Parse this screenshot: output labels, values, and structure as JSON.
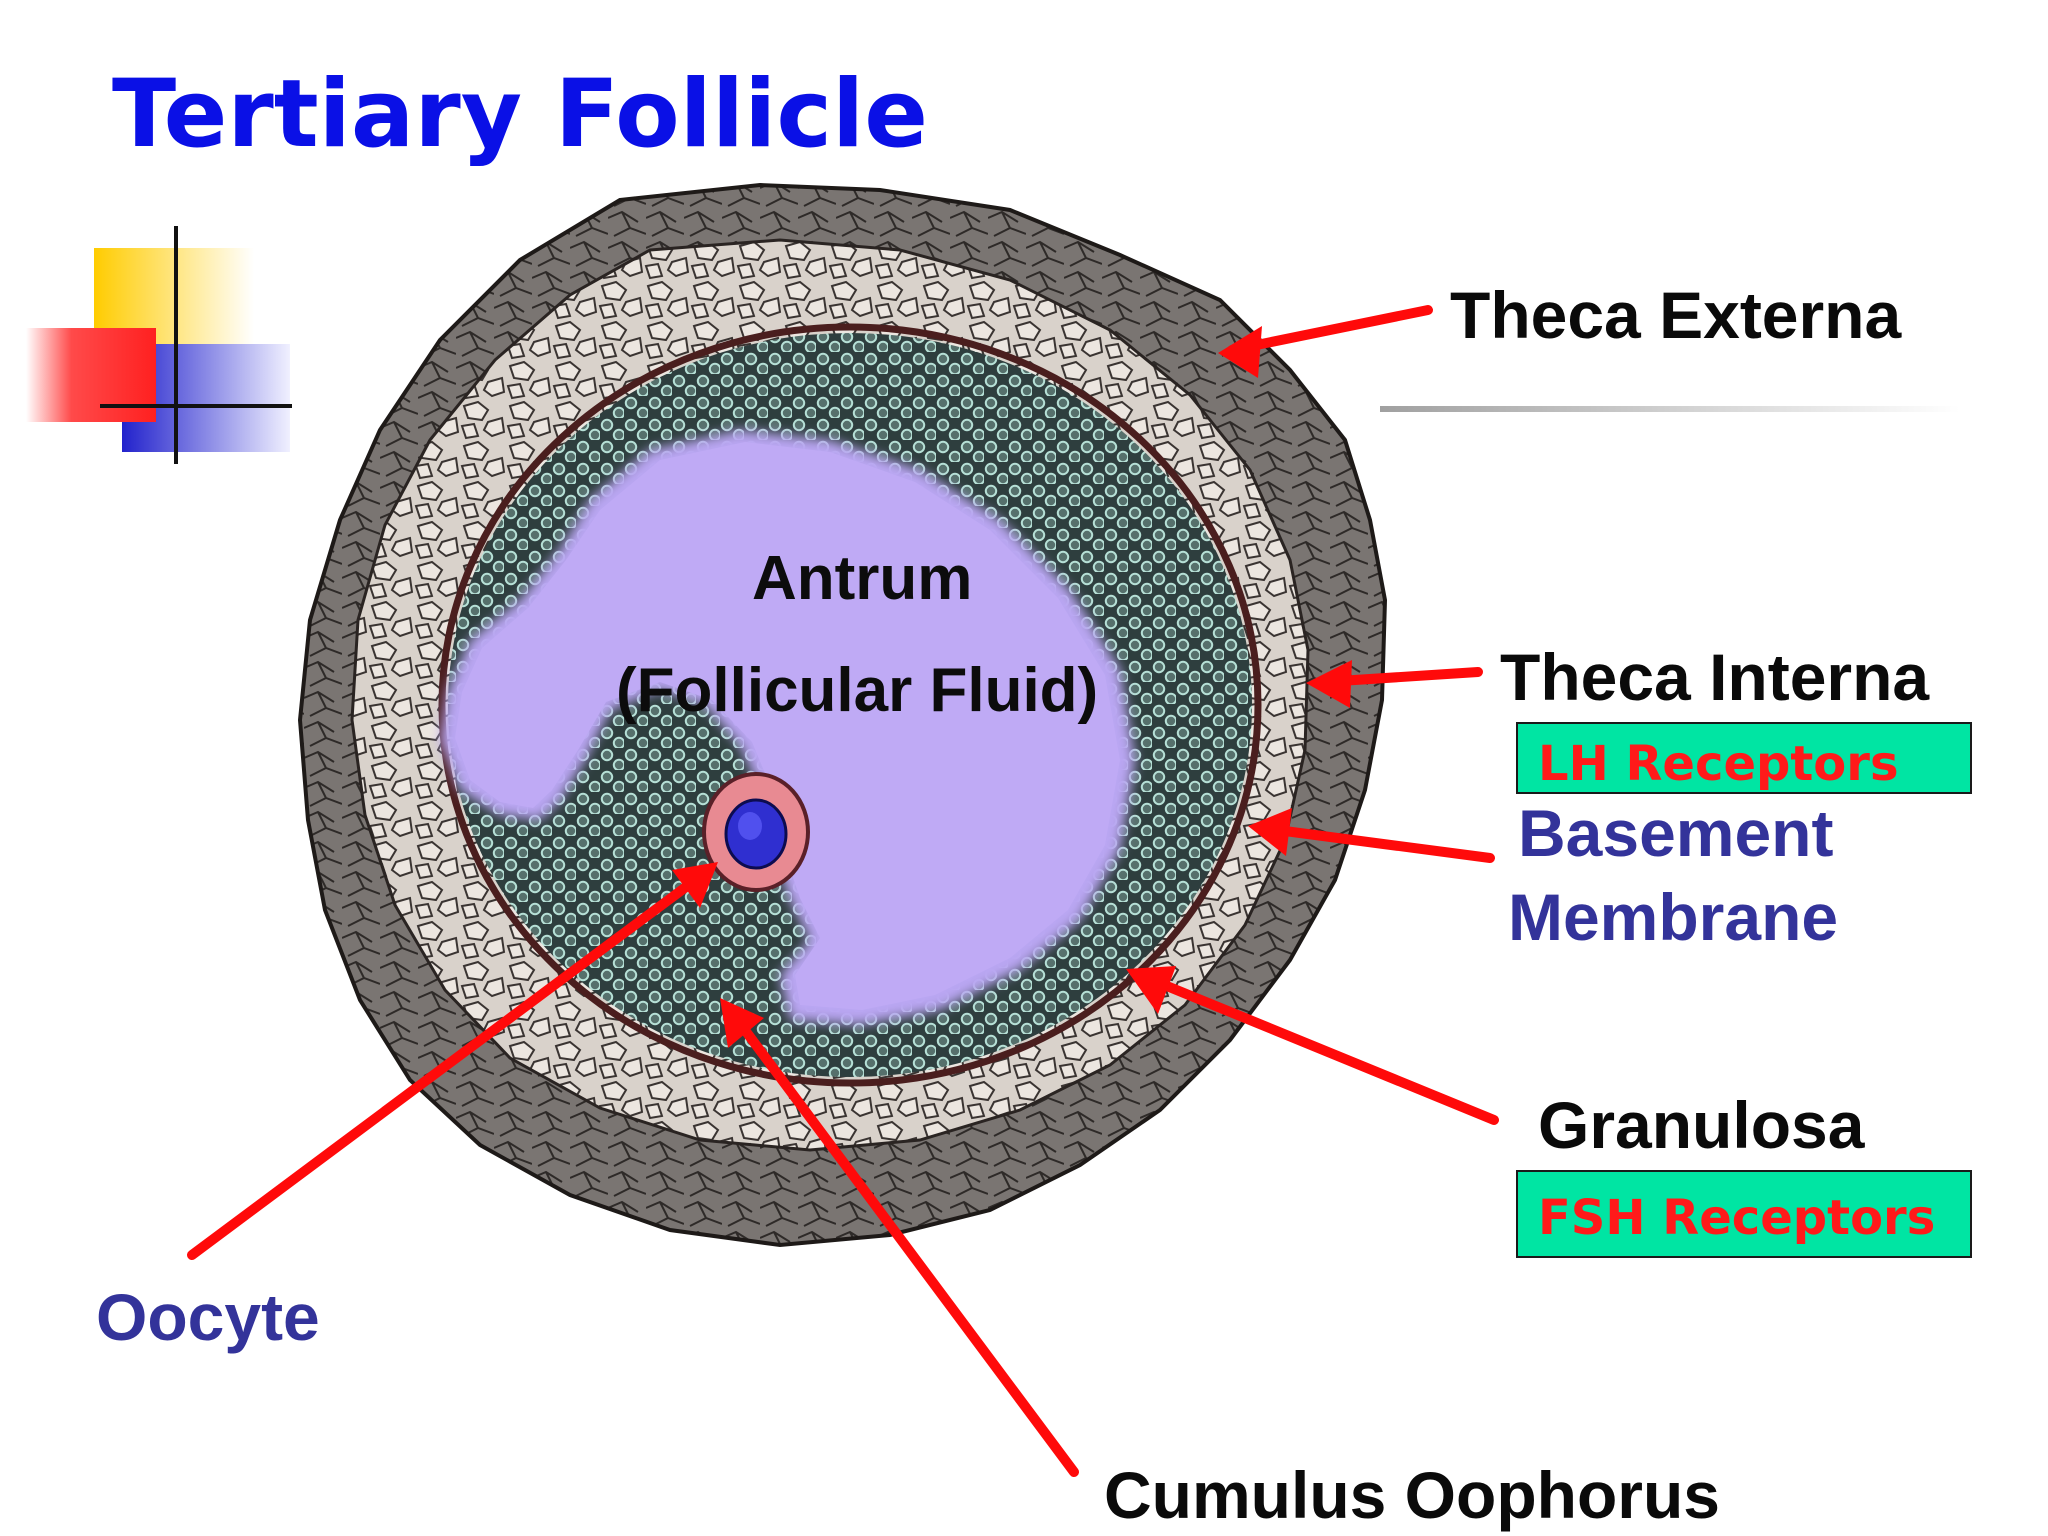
{
  "title": "Tertiary Follicle",
  "labels": {
    "antrum": "Antrum",
    "follicular_fluid": "(Follicular Fluid)",
    "theca_externa": "Theca Externa",
    "theca_interna": "Theca Interna",
    "lh_receptors": "LH Receptors",
    "basement_line1": "Basement",
    "basement_line2": "Membrane",
    "granulosa": "Granulosa",
    "fsh_receptors": "FSH Receptors",
    "oocyte": "Oocyte",
    "cumulus": "Cumulus Oophorus"
  },
  "colors": {
    "title": "#0a10e6",
    "arrow": "#ff0a0a",
    "badge_fill": "#00e5a3",
    "badge_text": "#ff1a1a",
    "navy_label": "#33339a",
    "antrum": "#b9a6f2",
    "oocyte": "#2f2fd0",
    "zona": "#e88a92",
    "theca_externa": "#6e6a68",
    "theca_interna": "#d9d2cb",
    "granulosa": "#324848"
  }
}
